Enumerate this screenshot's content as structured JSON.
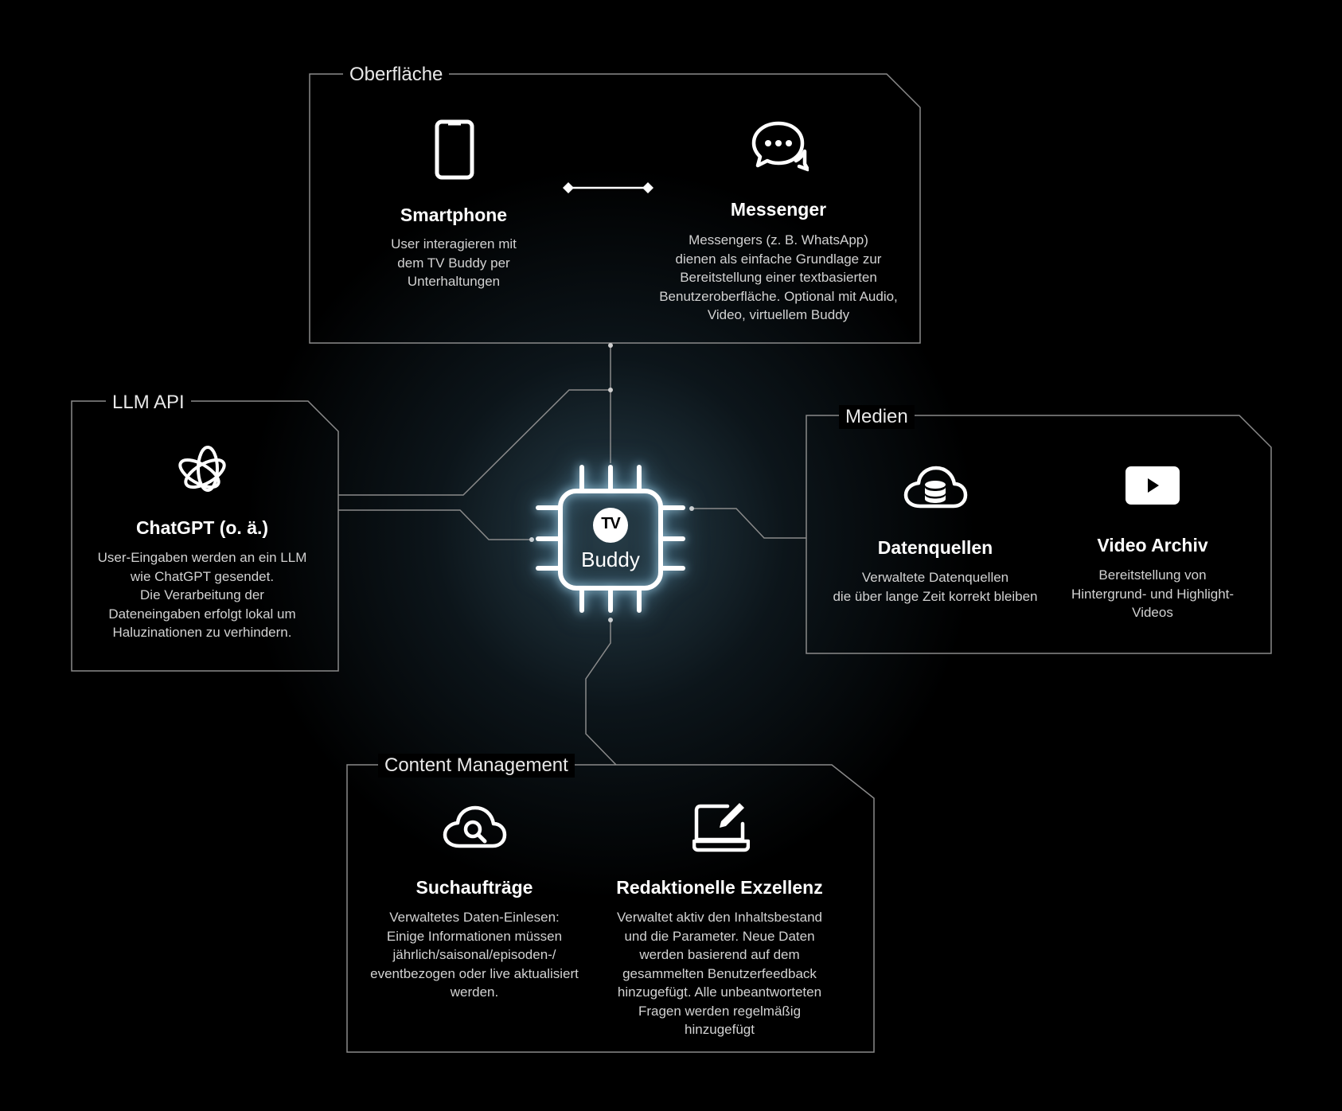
{
  "center": {
    "logo": "TV",
    "label": "Buddy",
    "icon": "chip-icon"
  },
  "groups": {
    "oberflaeche": {
      "label": "Oberfläche",
      "items": [
        {
          "icon": "smartphone-icon",
          "title": "Smartphone",
          "desc": [
            "User interagieren mit",
            "dem TV Buddy per",
            "Unterhaltungen"
          ]
        },
        {
          "icon": "chat-bubbles-icon",
          "title": "Messenger",
          "desc": [
            "Messengers (z. B. WhatsApp)",
            "dienen als einfache Grundlage zur",
            "Bereitstellung einer textbasierten",
            "Benutzeroberfläche. Optional mit Audio,",
            "Video, virtuellem Buddy"
          ]
        }
      ]
    },
    "llm": {
      "label": "LLM API",
      "items": [
        {
          "icon": "openai-logo-icon",
          "title": "ChatGPT (o. ä.)",
          "desc": [
            "User-Eingaben werden an ein LLM",
            "wie ChatGPT gesendet.",
            "Die Verarbeitung der",
            "Dateneingaben erfolgt lokal um",
            "Haluzinationen zu verhindern."
          ]
        }
      ]
    },
    "medien": {
      "label": "Medien",
      "items": [
        {
          "icon": "cloud-database-icon",
          "title": "Datenquellen",
          "desc": [
            "Verwaltete Datenquellen",
            "die über lange Zeit korrekt bleiben"
          ]
        },
        {
          "icon": "video-play-icon",
          "title": "Video Archiv",
          "desc": [
            "Bereitstellung von",
            "Hintergrund- und Highlight-",
            "Videos"
          ]
        }
      ]
    },
    "content": {
      "label": "Content Management",
      "items": [
        {
          "icon": "cloud-search-icon",
          "title": "Suchaufträge",
          "desc": [
            "Verwaltetes Daten-Einlesen:",
            "Einige Informationen müssen",
            "jährlich/saisonal/episoden-/",
            "eventbezogen oder live aktualisiert",
            "werden."
          ]
        },
        {
          "icon": "laptop-edit-icon",
          "title": "Redaktionelle Exzellenz",
          "desc": [
            "Verwaltet aktiv den Inhaltsbestand",
            "und die Parameter. Neue Daten",
            "werden basierend auf dem",
            "gesammelten Benutzerfeedback",
            "hinzugefügt. Alle unbeantworteten",
            "Fragen werden regelmäßig",
            "hinzugefügt"
          ]
        }
      ]
    }
  }
}
